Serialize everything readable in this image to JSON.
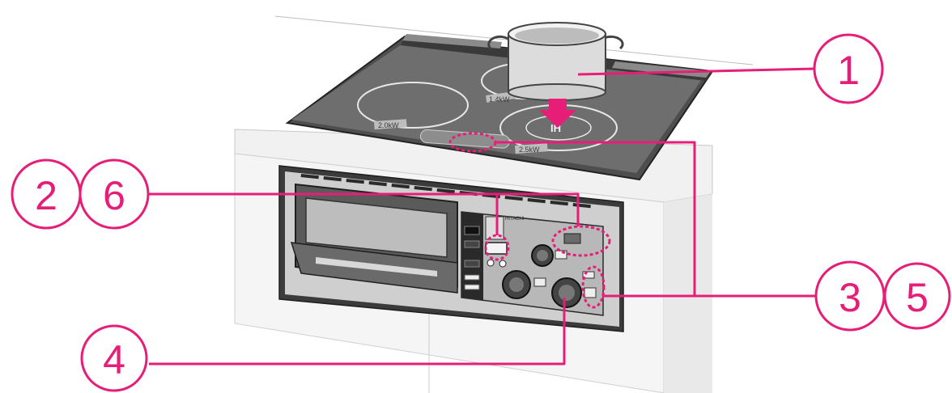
{
  "callouts": [
    {
      "id": "c1",
      "label": "1"
    },
    {
      "id": "c2",
      "label": "2"
    },
    {
      "id": "c6",
      "label": "6"
    },
    {
      "id": "c3",
      "label": "3"
    },
    {
      "id": "c5",
      "label": "5"
    },
    {
      "id": "c4",
      "label": "4"
    }
  ],
  "cooktop": {
    "burner_left_label": "2.0kW",
    "burner_rear_label": "1.4kW",
    "burner_right_label": "2.5kW",
    "ih_label": "IH"
  },
  "panel": {
    "brand": "HITACHI"
  },
  "colors": {
    "accent": "#e61e78",
    "glass": "#6e6e6e",
    "outline": "#2b2b2b"
  }
}
